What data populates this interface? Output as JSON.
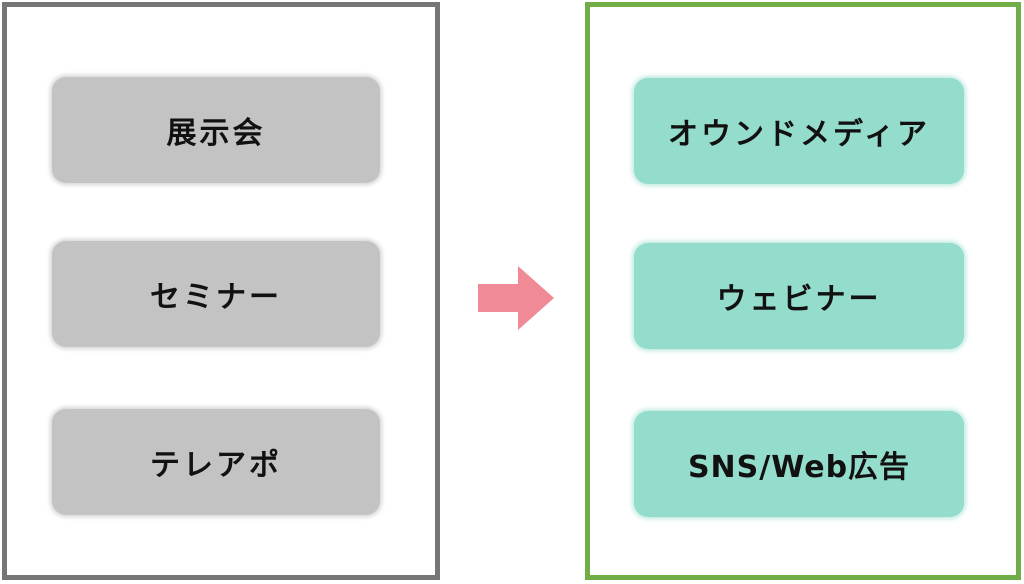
{
  "colors": {
    "left_border": "#767676",
    "right_border": "#70ad47",
    "old_box_fill": "#c3c3c3",
    "new_box_fill": "#94dccb",
    "arrow_fill": "#f08a96"
  },
  "left_panel": {
    "items": [
      {
        "label": "展示会"
      },
      {
        "label": "セミナー"
      },
      {
        "label": "テレアポ"
      }
    ]
  },
  "arrow": {
    "icon": "right-arrow-icon"
  },
  "right_panel": {
    "items": [
      {
        "label": "オウンドメディア"
      },
      {
        "label": "ウェビナー"
      },
      {
        "label": "SNS/Web広告"
      }
    ]
  }
}
